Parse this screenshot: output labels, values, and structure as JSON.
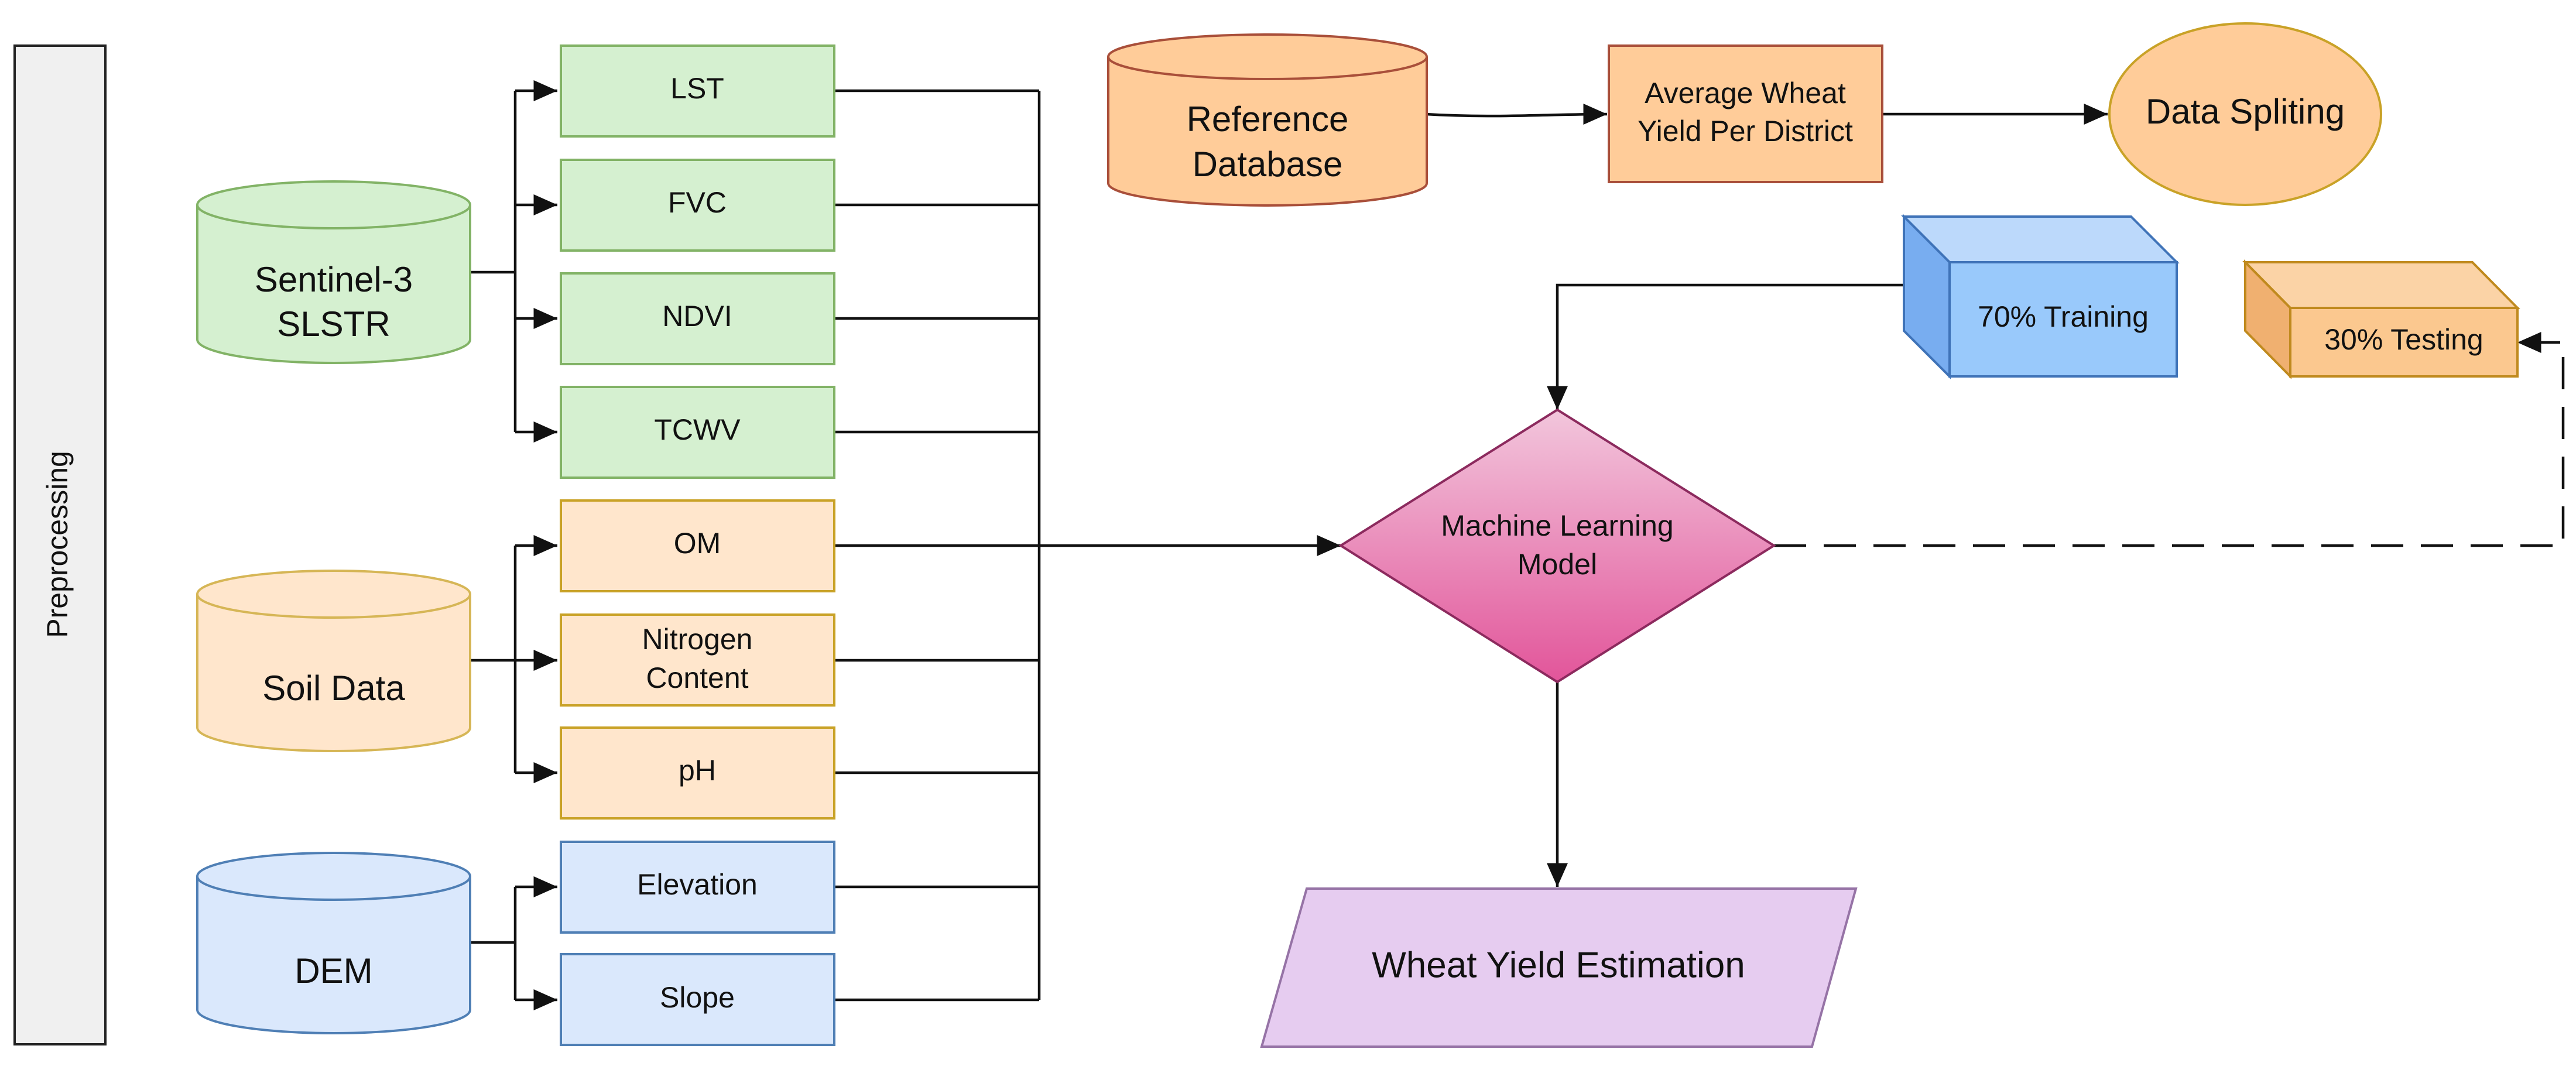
{
  "sidebar": {
    "label": "Preprocessing"
  },
  "sources": {
    "sentinel": {
      "line1": "Sentinel-3",
      "line2": "SLSTR"
    },
    "soil": {
      "label": "Soil Data"
    },
    "dem": {
      "label": "DEM"
    },
    "reference": {
      "line1": "Reference",
      "line2": "Database"
    }
  },
  "variables": {
    "lst": "LST",
    "fvc": "FVC",
    "ndvi": "NDVI",
    "tcwv": "TCWV",
    "om": "OM",
    "nitrogen": {
      "line1": "Nitrogen",
      "line2": "Content"
    },
    "ph": "pH",
    "elevation": "Elevation",
    "slope": "Slope"
  },
  "process": {
    "average_yield": {
      "line1": "Average Wheat",
      "line2": "Yield Per District"
    },
    "data_splitting": "Data Spliting",
    "training": "70% Training",
    "testing": "30% Testing",
    "model": {
      "line1": "Machine Learning",
      "line2": "Model"
    },
    "output": "Wheat Yield Estimation"
  },
  "colors": {
    "green_fill": "#d5f0d0",
    "green_stroke": "#82b366",
    "orange_fill": "#ffe6cc",
    "orange_stroke": "#d6b656",
    "blue_fill": "#dae8fc",
    "blue_stroke": "#6c8ebf",
    "ref_fill": "#ffcc99",
    "ref_stroke": "#a94f3a",
    "model_fill_top": "#f2c6dc",
    "model_fill_bottom": "#e2559a",
    "model_stroke": "#8c2a5e",
    "output_fill": "#e6ccf0",
    "output_stroke": "#9673a6",
    "sidebar_fill": "#f0f0f0"
  }
}
